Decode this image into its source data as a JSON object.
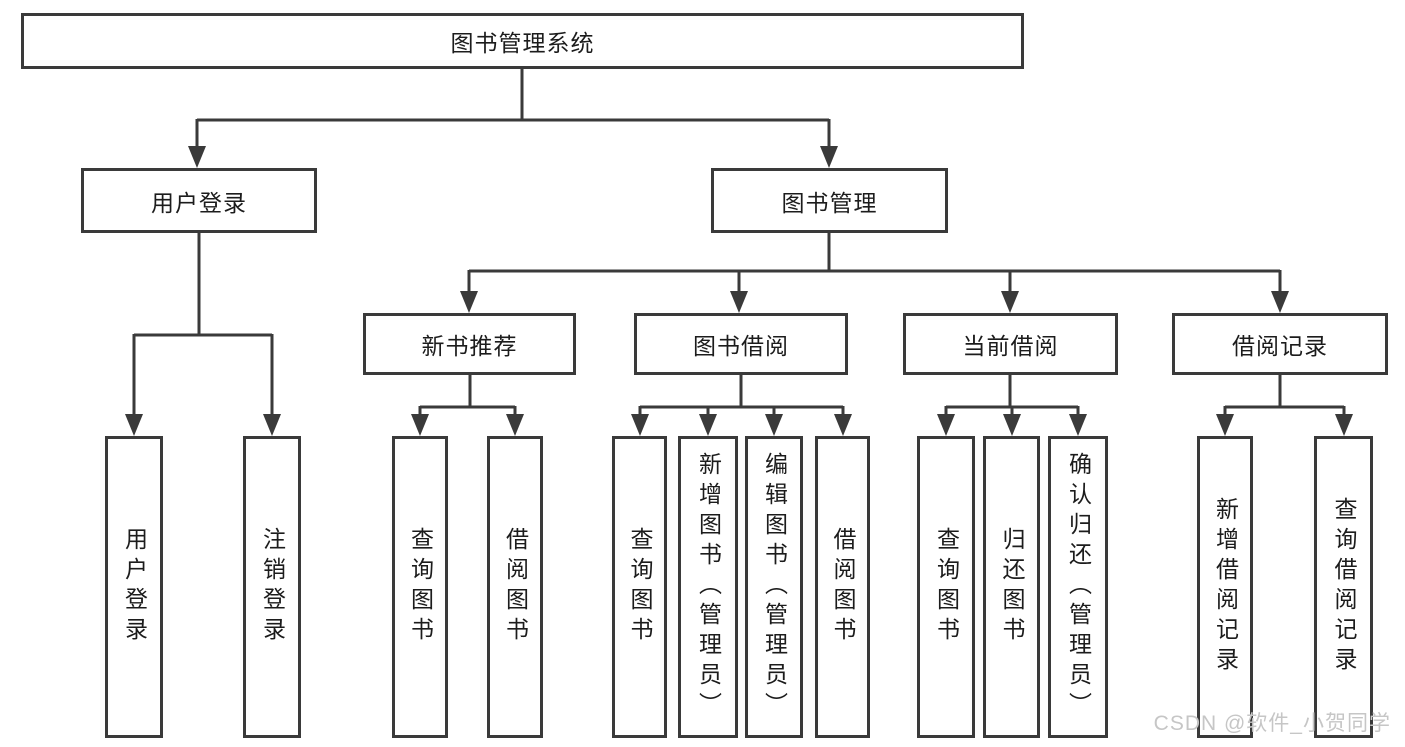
{
  "diagram_type": "hierarchy-tree",
  "colors": {
    "line": "#3a3a3a",
    "text": "#1c1c1c",
    "background": "#ffffff",
    "watermark": "#c6c6c6"
  },
  "watermark": {
    "text": "CSDN @软件_小贺同学"
  },
  "tree": {
    "label": "图书管理系统",
    "children": [
      {
        "label": "用户登录",
        "children": [
          {
            "label": "用户登录"
          },
          {
            "label": "注销登录"
          }
        ]
      },
      {
        "label": "图书管理",
        "children": [
          {
            "label": "新书推荐",
            "children": [
              {
                "label": "查询图书"
              },
              {
                "label": "借阅图书"
              }
            ]
          },
          {
            "label": "图书借阅",
            "children": [
              {
                "label": "查询图书"
              },
              {
                "label": "新增图书（管理员）"
              },
              {
                "label": "编辑图书（管理员）"
              },
              {
                "label": "借阅图书"
              }
            ]
          },
          {
            "label": "当前借阅",
            "children": [
              {
                "label": "查询图书"
              },
              {
                "label": "归还图书"
              },
              {
                "label": "确认归还（管理员）"
              }
            ]
          },
          {
            "label": "借阅记录",
            "children": [
              {
                "label": "新增借阅记录"
              },
              {
                "label": "查询借阅记录"
              }
            ]
          }
        ]
      }
    ]
  }
}
